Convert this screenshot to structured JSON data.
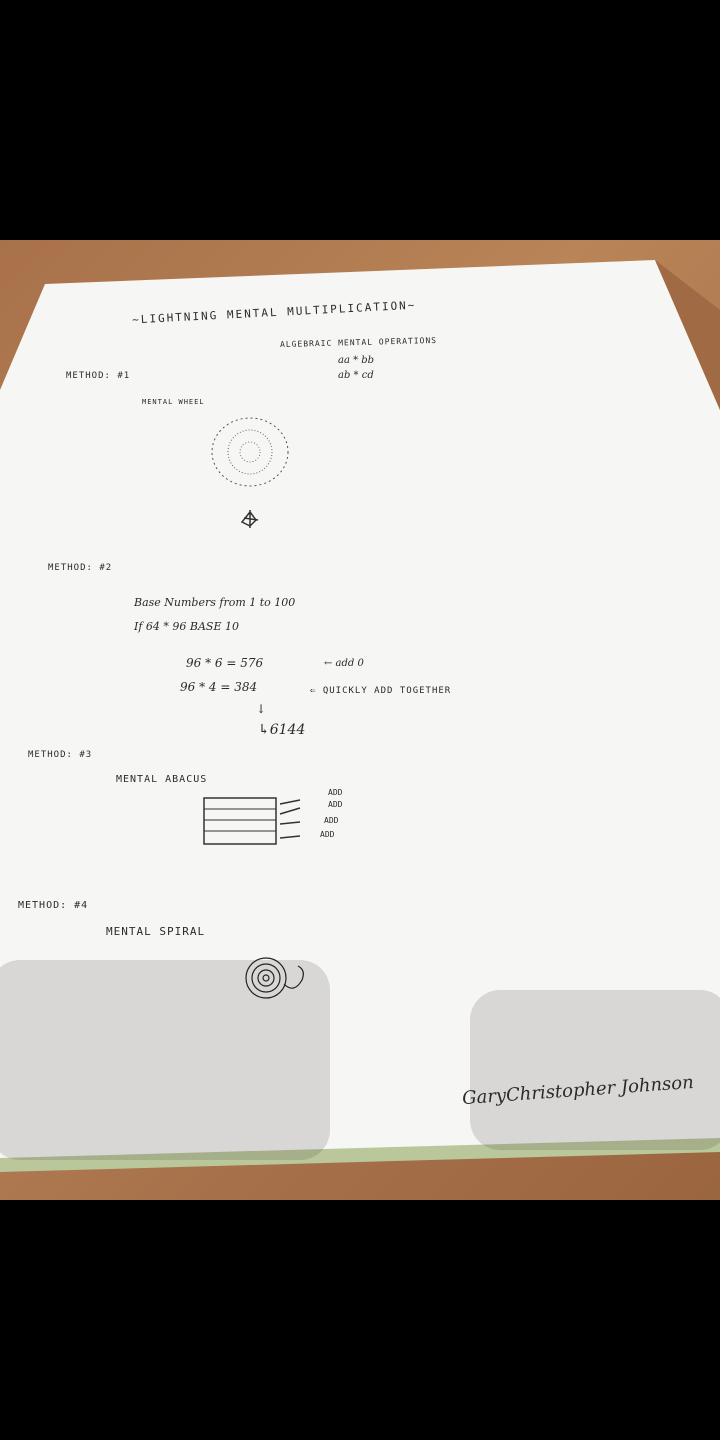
{
  "note": {
    "title": "~LIGHTNING MENTAL MULTIPLICATION~",
    "subtitle": "ALGEBRAIC MENTAL OPERATIONS",
    "algebra_lines": [
      "aa * bb",
      "ab * cd"
    ],
    "method1": {
      "label": "METHOD: #1",
      "name": "MENTAL WHEEL"
    },
    "method2": {
      "label": "METHOD: #2",
      "line1": "Base Numbers from 1 to 100",
      "line2": "If 64 * 96 BASE 10",
      "step1": "96 * 6 = 576",
      "step1_note": "← add 0",
      "step2": "96 * 4 = 384",
      "step2_note": "⇐ QUICKLY ADD TOGETHER",
      "arrow": "↓",
      "result": "↳6144"
    },
    "method3": {
      "label": "METHOD: #3",
      "name": "MENTAL ABACUS",
      "adds": [
        "ADD",
        "ADD",
        "ADD",
        "ADD"
      ]
    },
    "method4": {
      "label": "METHOD: #4",
      "name": "MENTAL SPIRAL"
    },
    "signature": "GaryChristopher Johnson"
  }
}
